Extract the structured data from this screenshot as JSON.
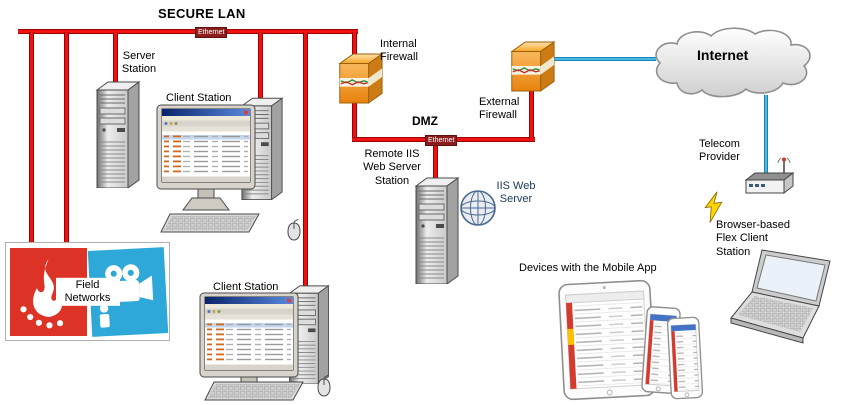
{
  "diagram": {
    "zones": {
      "secure_lan": "SECURE LAN",
      "dmz": "DMZ",
      "internet": "Internet"
    },
    "segments": {
      "lan_ethernet": "Ethernet",
      "dmz_ethernet": "Ethernet"
    },
    "nodes": {
      "server_station": "Server Station",
      "client_station_top": "Client Station",
      "client_station_bottom": "Client Station",
      "internal_firewall": "Internal Firewall",
      "external_firewall": "External Firewall",
      "remote_iis_station": "Remote IIS Web Server Station",
      "iis_web_server": "IIS Web Server",
      "telecom_provider": "Telecom Provider",
      "flex_client_station": "Browser-based Flex Client Station",
      "mobile_devices": "Devices with the Mobile App",
      "field_networks": "Field Networks"
    },
    "colors": {
      "lan_link": "#ee1111",
      "internet_link": "#45b9e8",
      "firewall_orange": "#f0941e",
      "iis_label_blue": "#17375e",
      "field_fire_red": "#dd3327",
      "field_camera_blue": "#2da8d8",
      "lightning_yellow": "#ffd400"
    }
  }
}
